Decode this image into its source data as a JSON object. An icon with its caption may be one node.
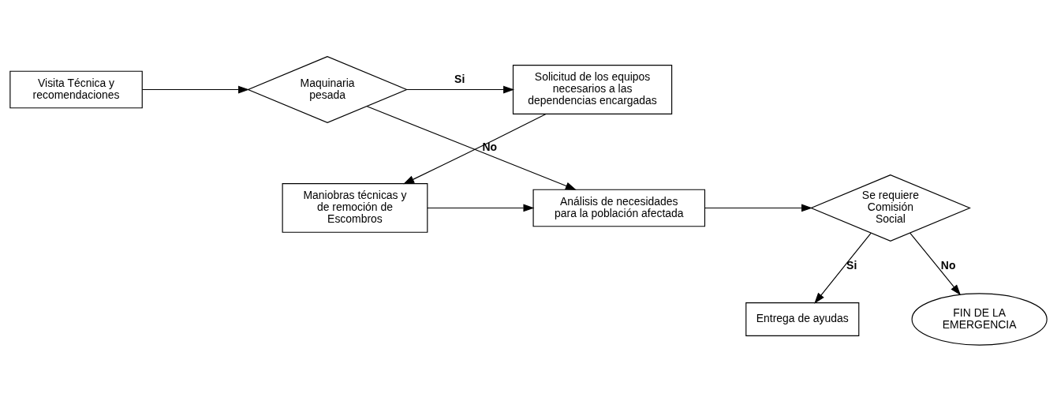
{
  "diagram": {
    "nodes": [
      {
        "text": [
          "Visita Técnica y recomendaciones"
        ]
      },
      {
        "text": [
          "Maquinaria pesada"
        ]
      },
      {
        "text": [
          "Solicitud de los equipos necesarios a las dependencias encargadas"
        ]
      },
      {
        "text": [
          "Maniobras técnicas y de remoción de Escombros"
        ]
      },
      {
        "text": [
          "Análisis de necesidades para la población afectada"
        ]
      },
      {
        "text": [
          "Se requiere Comisión Social"
        ]
      },
      {
        "text": [
          "Entrega de ayudas"
        ]
      },
      {
        "text": [
          "FIN DE LA EMERGENCIA"
        ]
      }
    ],
    "edges": [
      {
        "from": 0,
        "to": 1,
        "arrow": "to"
      },
      {
        "from": 1,
        "to": 2,
        "arrow": "to",
        "label": "Si"
      },
      {
        "from": 1,
        "to": 4,
        "arrow": "to",
        "label": "No"
      },
      {
        "from": 2,
        "to": 3,
        "arrow": "to"
      },
      {
        "from": 3,
        "to": 4,
        "arrow": "to"
      },
      {
        "from": 4,
        "to": 5,
        "arrow": "to"
      },
      {
        "from": 5,
        "to": 6,
        "arrow": "to",
        "label": "Si"
      },
      {
        "from": 5,
        "to": 7,
        "arrow": "to",
        "label": "No"
      }
    ]
  }
}
